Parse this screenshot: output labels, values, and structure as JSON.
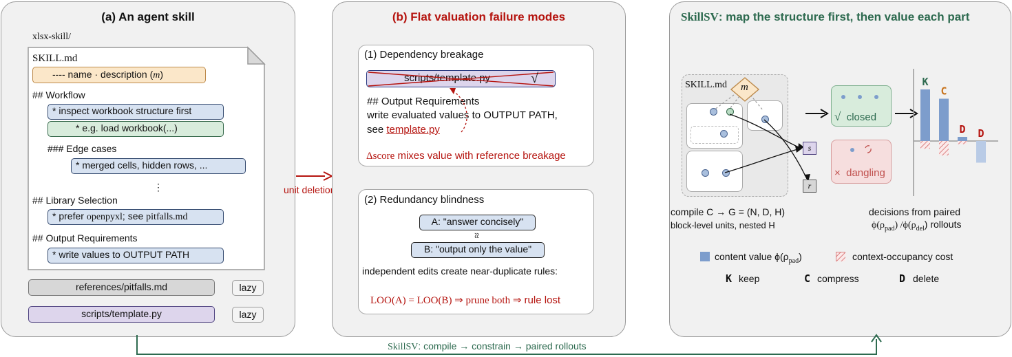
{
  "panel_a": {
    "title": "(a) An agent skill",
    "folder": "xlsx-skill/",
    "file": "SKILL.md",
    "frontmatter": "---- name  · description (",
    "frontmatter_var": "m",
    "frontmatter_close": ")",
    "h_workflow": "## Workflow",
    "workflow_item1": "* inspect workbook structure first",
    "workflow_item2": "* e.g. load workbook(...)",
    "h_edge": "### Edge cases",
    "edge_item": "* merged cells, hidden rows, ...",
    "ellipsis": "⋮",
    "h_library": "## Library Selection",
    "library_prefix": "* prefer ",
    "library_code1": "openpyxl",
    "library_mid": "; see ",
    "library_code2": "pitfalls.md",
    "h_output": "## Output Requirements",
    "output_item": "* write values to OUTPUT PATH",
    "ref1": "references/pitfalls.md",
    "ref2": "scripts/template.py",
    "lazy": "lazy"
  },
  "arrow_label": "unit deletion",
  "panel_b": {
    "title": "(b) Flat valuation failure modes",
    "s1_title": "(1) Dependency breakage",
    "s1_file": "scripts/template.py",
    "check": "√",
    "s1_h": "## Output Requirements",
    "s1_line1": "write evaluated values to OUTPUT PATH,",
    "s1_line2_pre": "see ",
    "s1_link": "template.py",
    "s1_note_math": "Δscore",
    "s1_note_text": " mixes value with reference breakage",
    "s2_title": "(2) Redundancy blindness",
    "rule_a": "A: \"answer concisely\"",
    "approx": "≈",
    "rule_b": "B: \"output only the value\"",
    "s2_line": "independent edits create near-duplicate rules:",
    "s2_note_math": "LOO(A) = LOO(B) ⇒ prune both ⇒",
    "s2_note_text": " rule lost"
  },
  "panel_c": {
    "title_name": "SkillSV",
    "title_rest": ": map the structure first, then value each part",
    "graph_label": "SKILL.md",
    "node_m": "m",
    "node_s": "s",
    "node_r": "r",
    "closed_label": "closed",
    "closed_mark": "√",
    "dangling_label": "dangling",
    "dangling_mark": "×",
    "bars": {
      "labels": [
        "K",
        "C",
        "D",
        "D"
      ],
      "label_colors": [
        "#2d6a4f",
        "#c8741e",
        "#b5140f",
        "#b5140f"
      ],
      "content_value": [
        1.0,
        0.82,
        0.08,
        -0.42
      ],
      "context_cost": [
        -0.15,
        -0.28,
        -0.06,
        0
      ]
    },
    "compile_line1": "compile C → G = (N, D, H)",
    "compile_line2": "block-level units, nested H",
    "decisions_line1": "decisions from paired",
    "decisions_line2": "ϕ(ρ",
    "decisions_pad": "pad",
    "decisions_mid": ") /ϕ(ρ",
    "decisions_del": "del",
    "decisions_end": ")  rollouts",
    "legend_value": "content value ϕ(ρ",
    "legend_value_sub": "pad",
    "legend_value_end": ")",
    "legend_cost": "context-occupancy cost",
    "key_k": "K",
    "key_k_text": "keep",
    "key_c": "C",
    "key_c_text": "compress",
    "key_d": "D",
    "key_d_text": "delete",
    "colors": {
      "value": "#7d9dcc",
      "cost": "#d98080"
    }
  },
  "bottom": {
    "name": "SkillSV",
    "text": ": compile → constrain  →  paired rollouts"
  }
}
